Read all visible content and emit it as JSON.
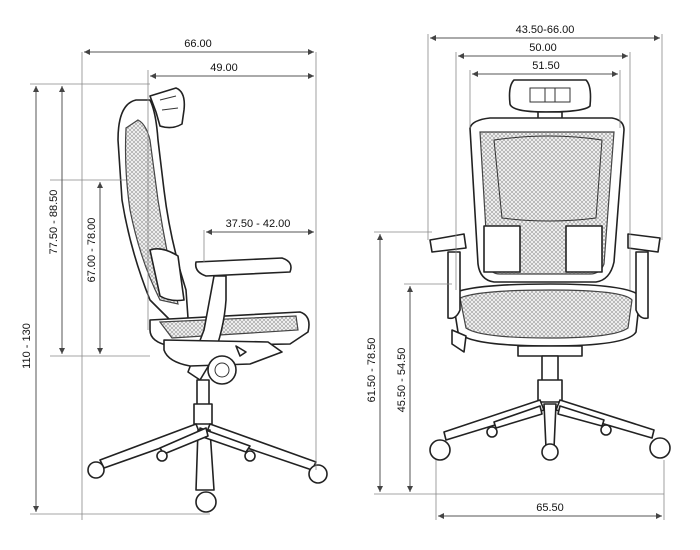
{
  "side_view": {
    "overall_depth": "66.00",
    "seat_depth": "49.00",
    "armrest_depth": "37.50 - 42.00",
    "total_height": "110 - 130",
    "backrest_top_height": "77.50 - 88.50",
    "armrest_height": "67.00 - 78.00"
  },
  "front_view": {
    "armrest_outer_width": "43.50-66.00",
    "backrest_width": "50.00",
    "seat_width": "51.50",
    "armrest_floor_height": "61.50 - 78.50",
    "seat_height": "45.50 - 54.50",
    "base_diameter": "65.50"
  }
}
